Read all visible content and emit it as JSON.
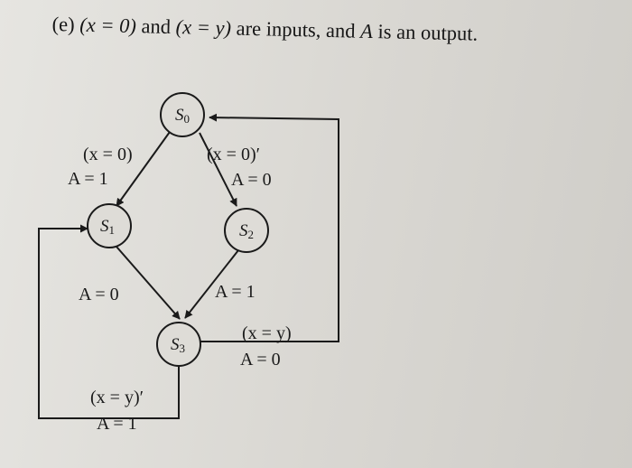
{
  "caption": {
    "prefix": "(e) ",
    "cond1": "(x = 0)",
    "and1": " and ",
    "cond2": "(x = y)",
    "mid": " are inputs, and ",
    "out_var": "A",
    "suffix": " is an output."
  },
  "states": [
    {
      "id": "S0",
      "letter": "S",
      "sub": "0"
    },
    {
      "id": "S1",
      "letter": "S",
      "sub": "1"
    },
    {
      "id": "S2",
      "letter": "S",
      "sub": "2"
    },
    {
      "id": "S3",
      "letter": "S",
      "sub": "3"
    }
  ],
  "transitions": {
    "s0_s1": {
      "cond": "(x = 0)",
      "out": "A = 1"
    },
    "s0_s2": {
      "cond": "(x = 0)′",
      "out": "A = 0"
    },
    "s1_s3": {
      "out": "A = 0"
    },
    "s2_s3": {
      "out": "A = 1"
    },
    "s3_s0": {
      "cond": "(x = y)",
      "out": "A = 0"
    },
    "s3_s1": {
      "cond": "(x = y)′",
      "out": "A = 1"
    }
  }
}
